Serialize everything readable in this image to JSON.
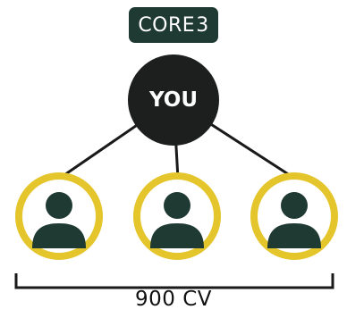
{
  "logo": {
    "text": "CORE",
    "mark": "3",
    "badge_color": "#1f3a33"
  },
  "center": {
    "label": "YOU",
    "fill_color": "#1c1f1e"
  },
  "children": [
    {
      "icon": "person-icon"
    },
    {
      "icon": "person-icon"
    },
    {
      "icon": "person-icon"
    }
  ],
  "colors": {
    "ring": "#e4c52b",
    "person": "#1f3a33",
    "connector": "#1a1a1a"
  },
  "volume": {
    "label": "900 CV"
  }
}
